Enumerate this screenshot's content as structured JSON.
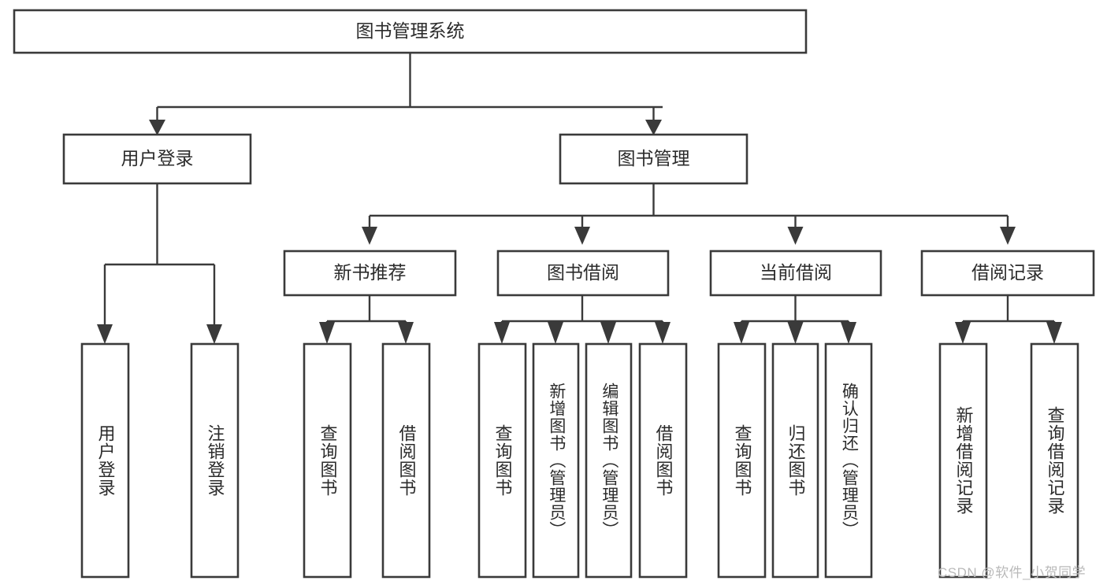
{
  "diagram": {
    "title": "图书管理系统",
    "type": "hierarchy-tree",
    "root": {
      "id": "root",
      "label": "图书管理系统",
      "orientation": "horizontal"
    },
    "level2": [
      {
        "id": "user-login",
        "label": "用户登录",
        "orientation": "horizontal"
      },
      {
        "id": "book-manage",
        "label": "图书管理",
        "orientation": "horizontal"
      }
    ],
    "level3": [
      {
        "id": "new-book-recommend",
        "label": "新书推荐",
        "orientation": "horizontal"
      },
      {
        "id": "book-borrow",
        "label": "图书借阅",
        "orientation": "horizontal"
      },
      {
        "id": "current-borrow",
        "label": "当前借阅",
        "orientation": "horizontal"
      },
      {
        "id": "borrow-record",
        "label": "借阅记录",
        "orientation": "horizontal"
      }
    ],
    "leaves": [
      {
        "id": "leaf-user-login",
        "label": "用户登录",
        "parent": "user-login",
        "orientation": "vertical"
      },
      {
        "id": "leaf-logout",
        "label": "注销登录",
        "parent": "user-login",
        "orientation": "vertical"
      },
      {
        "id": "leaf-query-book-1",
        "label": "查询图书",
        "parent": "new-book-recommend",
        "orientation": "vertical"
      },
      {
        "id": "leaf-borrow-book-1",
        "label": "借阅图书",
        "parent": "new-book-recommend",
        "orientation": "vertical"
      },
      {
        "id": "leaf-query-book-2",
        "label": "查询图书",
        "parent": "book-borrow",
        "orientation": "vertical"
      },
      {
        "id": "leaf-add-book",
        "label": "新增图书（管理员）",
        "parent": "book-borrow",
        "orientation": "vertical"
      },
      {
        "id": "leaf-edit-book",
        "label": "编辑图书（管理员）",
        "parent": "book-borrow",
        "orientation": "vertical"
      },
      {
        "id": "leaf-borrow-book-2",
        "label": "借阅图书",
        "parent": "book-borrow",
        "orientation": "vertical"
      },
      {
        "id": "leaf-query-book-3",
        "label": "查询图书",
        "parent": "current-borrow",
        "orientation": "vertical"
      },
      {
        "id": "leaf-return-book",
        "label": "归还图书",
        "parent": "current-borrow",
        "orientation": "vertical"
      },
      {
        "id": "leaf-confirm-return",
        "label": "确认归还（管理员）",
        "parent": "current-borrow",
        "orientation": "vertical"
      },
      {
        "id": "leaf-add-record",
        "label": "新增借阅记录",
        "parent": "borrow-record",
        "orientation": "vertical"
      },
      {
        "id": "leaf-query-record",
        "label": "查询借阅记录",
        "parent": "borrow-record",
        "orientation": "vertical"
      }
    ],
    "colors": {
      "box_stroke": "#3a3a3a",
      "box_fill": "#ffffff",
      "connector": "#3a3a3a",
      "text": "#2b2b2b",
      "background": "#ffffff",
      "watermark": "#b9b9b9"
    }
  },
  "watermark": {
    "text": "CSDN @软件_小贺同学"
  }
}
